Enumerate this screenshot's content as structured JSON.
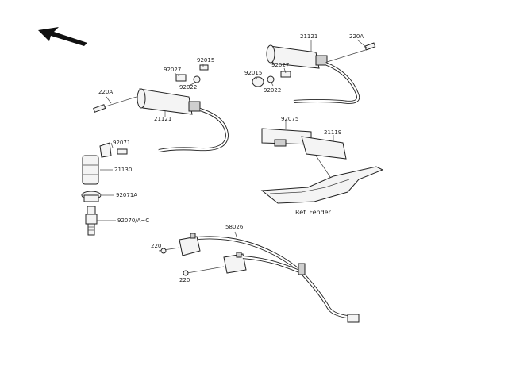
{
  "diagram": {
    "labels": {
      "coil_upper": "21121",
      "bolt_upper": "220A",
      "nut_upper_a": "92027",
      "spacer_upper": "92015",
      "washer_upper": "92022",
      "ecu": "92075",
      "igniter": "21119",
      "fender_ref": "Ref. Fender",
      "bolt_left": "220A",
      "nut_left_a": "92027",
      "spacer_left": "92015",
      "washer_left": "92022",
      "coil_left": "21121",
      "plug_spring": "92071",
      "plug_cap": "21130",
      "plug_seal": "92071A",
      "spark_plug": "92070/A~C",
      "harness": "58026",
      "screw_a": "220",
      "screw_b": "220"
    }
  },
  "colors": {
    "line": "#222222",
    "background": "#ffffff"
  }
}
